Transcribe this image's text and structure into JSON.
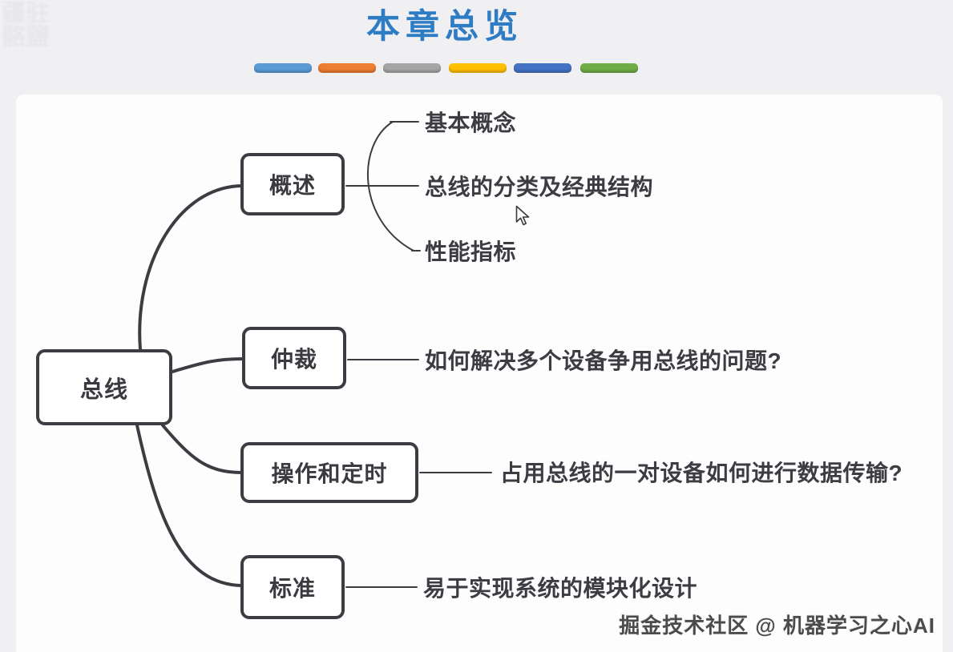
{
  "header": {
    "title": "本章总览",
    "accent_bars": [
      {
        "name": "light-blue",
        "color": "#5b9bd5"
      },
      {
        "name": "orange",
        "color": "#ed7d31"
      },
      {
        "name": "gray",
        "color": "#a5a5a5"
      },
      {
        "name": "gold",
        "color": "#ffc000"
      },
      {
        "name": "dark-blue",
        "color": "#4472c4"
      },
      {
        "name": "green",
        "color": "#70ad47"
      }
    ]
  },
  "mindmap": {
    "stroke_color": "#3c3d42",
    "root": {
      "label": "总线"
    },
    "branches": [
      {
        "label": "概述",
        "children": [
          "基本概念",
          "总线的分类及经典结构",
          "性能指标"
        ]
      },
      {
        "label": "仲裁",
        "children": [
          "如何解决多个设备争用总线的问题?"
        ]
      },
      {
        "label": "操作和定时",
        "children": [
          "占用总线的一对设备如何进行数据传输?"
        ]
      },
      {
        "label": "标准",
        "children": [
          "易于实现系统的模块化设计"
        ]
      }
    ]
  },
  "watermark": {
    "text": "掘金技术社区 @ 机器学习之心AI"
  }
}
